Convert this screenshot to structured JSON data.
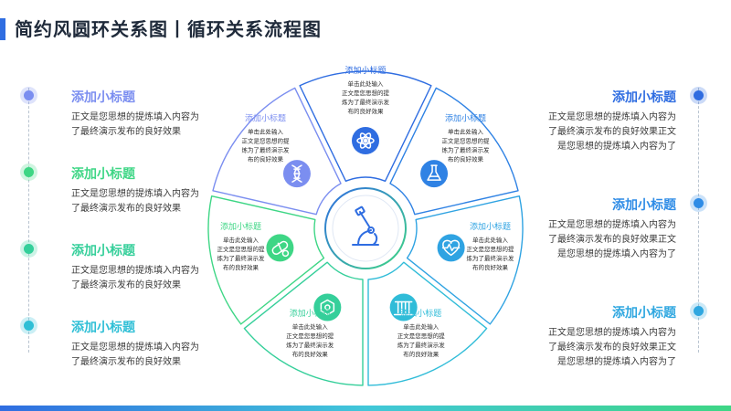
{
  "title": "简约风圆环关系图丨循环关系流程图",
  "colors": {
    "blue": "#2f6de1",
    "cyan": "#33c0d8",
    "green": "#3ed685",
    "text": "#3b3b3b"
  },
  "left_items": [
    {
      "subtitle": "添加小标题",
      "color": "#7b8ef0",
      "lines": [
        "正文是您思想的提炼填入内容为",
        "了最终演示发布的良好效果"
      ]
    },
    {
      "subtitle": "添加小标题",
      "color": "#3ed685",
      "lines": [
        "正文是您思想的提炼填入内容为",
        "了最终演示发布的良好效果"
      ]
    },
    {
      "subtitle": "添加小标题",
      "color": "#35cf9a",
      "lines": [
        "正文是您思想的提炼填入内容为",
        "了最终演示发布的良好效果"
      ]
    },
    {
      "subtitle": "添加小标题",
      "color": "#2fbfd6",
      "lines": [
        "正文是您思想的提炼填入内容为",
        "了最终演示发布的良好效果"
      ]
    }
  ],
  "right_items": [
    {
      "subtitle": "添加小标题",
      "color": "#2f6de1",
      "lines": [
        "正文是您思想的提炼填入内容为",
        "了最终演示发布的良好效果正文",
        "是您思想的提炼填入内容为了"
      ]
    },
    {
      "subtitle": "添加小标题",
      "color": "#2f8ce6",
      "lines": [
        "正文是您思想的提炼填入内容为",
        "了最终演示发布的良好效果正文",
        "是您思想的提炼填入内容为了"
      ]
    },
    {
      "subtitle": "添加小标题",
      "color": "#2fa7e0",
      "lines": [
        "正文是您思想的提炼填入内容为",
        "了最终演示发布的良好效果正文",
        "是您思想的提炼填入内容为了"
      ]
    }
  ],
  "segments": [
    {
      "title": "添加小标题",
      "lines": [
        "单击此处输入",
        "正文是您思想的提",
        "炼为了最终演示发",
        "布的良好效果"
      ],
      "icon": "atom-icon",
      "color": "#2f6de1"
    },
    {
      "title": "添加小标题",
      "lines": [
        "单击此处输入",
        "正文是您思想的提",
        "炼为了最终演示发",
        "布的良好效果"
      ],
      "icon": "flask-icon",
      "color": "#2f82e4"
    },
    {
      "title": "添加小标题",
      "lines": [
        "单击此处输入",
        "正文是您思想的提",
        "炼为了最终演示发",
        "布的良好效果"
      ],
      "icon": "heart-pulse-icon",
      "color": "#2fa3e2"
    },
    {
      "title": "添加小标题",
      "lines": [
        "单击此处输入",
        "正文是您思想的提",
        "炼为了最终演示发",
        "布的良好效果"
      ],
      "icon": "test-tubes-icon",
      "color": "#30bcd8"
    },
    {
      "title": "添加小标题",
      "lines": [
        "单击此处输入",
        "正文是您思想的提",
        "炼为了最终演示发",
        "布的良好效果"
      ],
      "icon": "molecule-icon",
      "color": "#35cf9a"
    },
    {
      "title": "添加小标题",
      "lines": [
        "单击此处输入",
        "正文是您思想的提",
        "炼为了最终演示发",
        "布的良好效果"
      ],
      "icon": "pills-icon",
      "color": "#3ed685"
    },
    {
      "title": "添加小标题",
      "lines": [
        "单击此处输入",
        "正文是您思想的提",
        "炼为了最终演示发",
        "布的良好效果"
      ],
      "icon": "dna-icon",
      "color": "#7b8ef0"
    }
  ],
  "center_icon": "microscope-icon"
}
